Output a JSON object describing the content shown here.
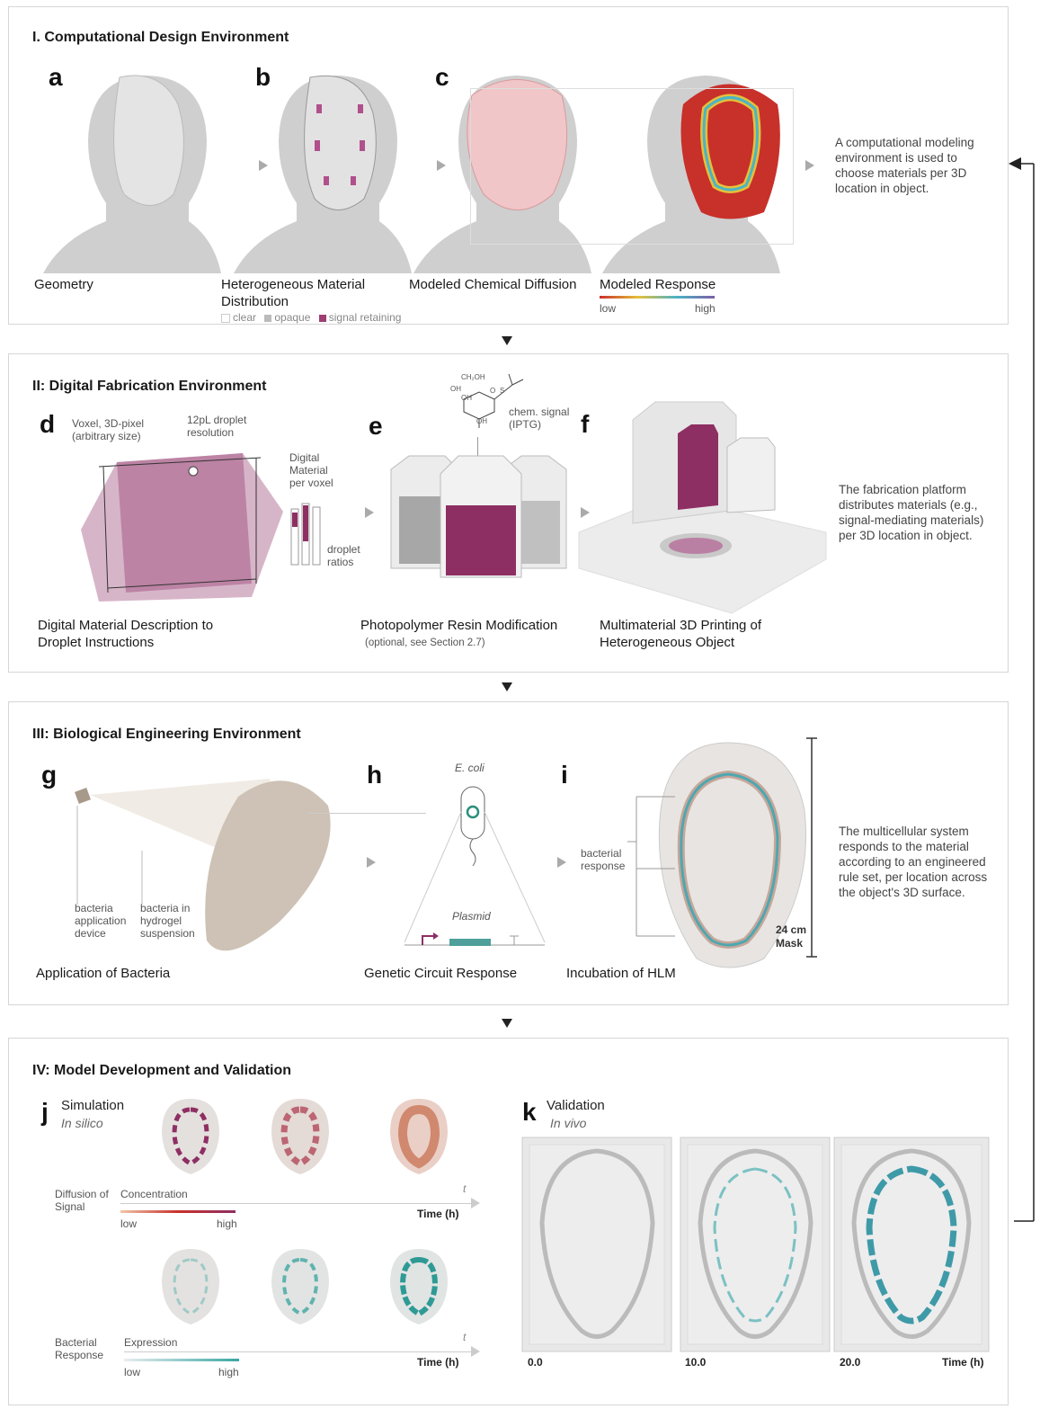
{
  "section1": {
    "title": "I. Computational Design Environment",
    "letters": [
      "a",
      "b",
      "c"
    ],
    "captions": [
      "Geometry",
      "Heterogeneous Material Distribution",
      "Modeled Chemical Diffusion",
      "Modeled Response"
    ],
    "legend": {
      "clear": "clear",
      "opaque": "opaque",
      "signal": "signal retaining"
    },
    "response_scale": {
      "low": "low",
      "high": "high"
    },
    "description": "A computational modeling environment is used to choose materials per 3D location in object."
  },
  "section2": {
    "title": "II: Digital Fabrication Environment",
    "letters": [
      "d",
      "e",
      "f"
    ],
    "voxel_label": "Voxel, 3D-pixel (arbitrary size)",
    "droplet_res": "12pL droplet resolution",
    "digital_material": "Digital Material per voxel",
    "droplet_ratios": "droplet ratios",
    "chem_signal": "chem. signal (IPTG)",
    "molecule_labels": [
      "CH₂OH",
      "OH",
      "OH",
      "O",
      "S",
      "OH"
    ],
    "captions": [
      "Digital Material Description to Droplet Instructions",
      "Photopolymer Resin Modification",
      "Multimaterial 3D Printing of Heterogeneous Object"
    ],
    "optional_note": "(optional, see Section 2.7)",
    "description": "The fabrication platform distributes materials (e.g., signal-mediating materials) per 3D location in object."
  },
  "section3": {
    "title": "III: Biological Engineering Environment",
    "letters": [
      "g",
      "h",
      "i"
    ],
    "device_label": "bacteria application device",
    "hydrogel_label": "bacteria in hydrogel suspension",
    "ecoli": "E. coli",
    "plasmid": "Plasmid",
    "bacterial_response": "bacterial response",
    "size_label": "24 cm Mask",
    "captions": [
      "Application of Bacteria",
      "Genetic Circuit Response",
      "Incubation of HLM"
    ],
    "description": "The multicellular system responds to the material according to an engineered rule set, per location across the object's 3D surface."
  },
  "section4": {
    "title": "IV: Model Development and Validation",
    "letters": [
      "j",
      "k"
    ],
    "simulation": "Simulation",
    "in_silico": "In silico",
    "validation": "Validation",
    "in_vivo": "In vivo",
    "diffusion_label": "Diffusion of Signal",
    "concentration": "Concentration",
    "bacterial_label": "Bacterial Response",
    "expression": "Expression",
    "time_axis": "Time (h)",
    "t": "t",
    "low": "low",
    "high": "high",
    "validation_times": [
      "0.0",
      "10.0",
      "20.0"
    ],
    "validation_axis": "Time (h)"
  },
  "colors": {
    "magenta": "#8e2f63",
    "teal": "#3aa7a5",
    "red": "#c8302a",
    "gray": "#9a9a9a"
  }
}
